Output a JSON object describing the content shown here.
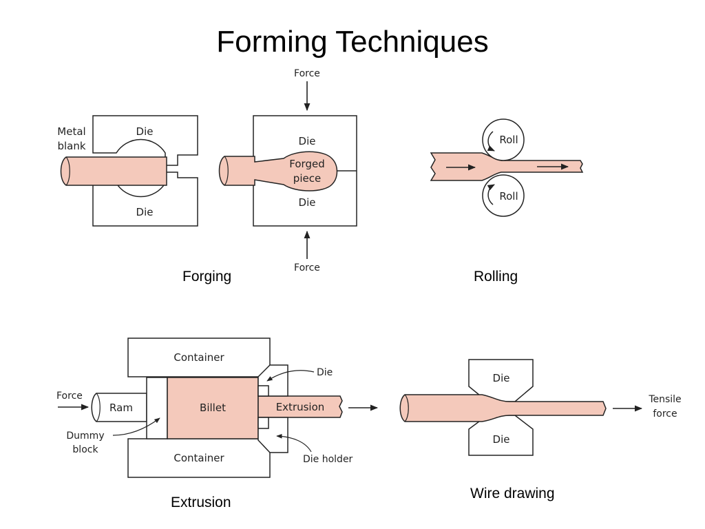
{
  "title": "Forming Techniques",
  "colors": {
    "metal": "#f4c9bb",
    "stroke": "#222222",
    "background": "#ffffff"
  },
  "forging": {
    "caption": "Forging",
    "metal_blank": [
      "Metal",
      "blank"
    ],
    "die": "Die",
    "forged_piece": [
      "Forged",
      "piece"
    ],
    "force": "Force"
  },
  "rolling": {
    "caption": "Rolling",
    "roll": "Roll"
  },
  "extrusion": {
    "caption": "Extrusion",
    "container": "Container",
    "die": "Die",
    "force": "Force",
    "ram": "Ram",
    "billet": "Billet",
    "extrusion_label": "Extrusion",
    "dummy_block": [
      "Dummy",
      "block"
    ],
    "die_holder": "Die holder"
  },
  "wire_drawing": {
    "caption": "Wire drawing",
    "die": "Die",
    "tensile_force": [
      "Tensile",
      "force"
    ]
  }
}
